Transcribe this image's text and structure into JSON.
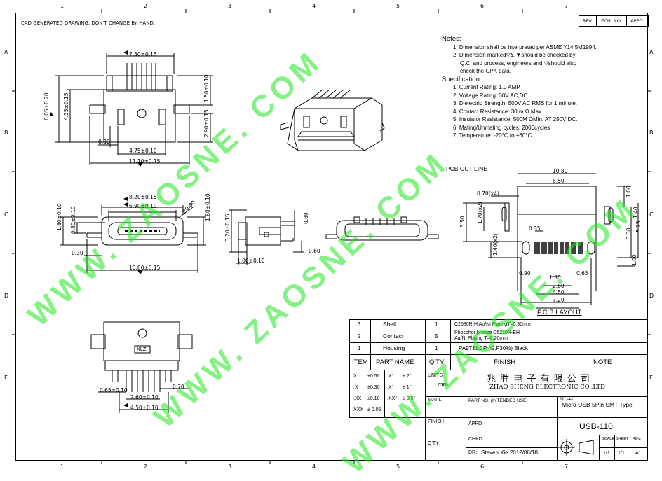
{
  "header": {
    "cad_note": "CAD GENERATED DRAWING. DON'T CHANGE BY HAND.",
    "rev_table": {
      "rev": "REV.",
      "ecn": "ECN. NO.",
      "appd": "APPD."
    }
  },
  "zones": {
    "columns": [
      "1",
      "2",
      "3",
      "4",
      "5",
      "6",
      "7"
    ],
    "rows": [
      "A",
      "B",
      "C",
      "D",
      "E"
    ]
  },
  "notes": {
    "title": "Notes:",
    "items": [
      "1. Dimension shall be interpreted per ASME Y14.5M1994.",
      "2. Dimension marked▽& ▼should be checked by",
      "Q.C. and process, engineers and ▽should also",
      "check the CPK data."
    ],
    "spec_title": "Specification:",
    "specs": [
      "1. Current Rating: 1.0 AMP",
      "2. Voltage Rating: 30V AC,DC",
      "3. Dielectric Strength: 500V AC RMS for 1 minute.",
      "4. Contact Resistance: 30 m Ω Max.",
      "5. Insulator Resistance: 500M ΩMin. AT 250V DC.",
      "6. Mating/Unmating cycles: 2000cycles",
      "7. Temperature: -20°C to +60°C"
    ]
  },
  "dims": {
    "top_w": "7.50±0.15",
    "h_605": "6.05±0.20",
    "h_435": "4.35±0.15",
    "h_150": "1.50±0.10",
    "h_290": "2.90±0.15",
    "d_080": "0.80",
    "d_475": "4.75±0.10",
    "d_1110": "11.10±0.15",
    "d_820": "8.20±0.15",
    "d_690": "6.90±0.10",
    "d_r080": "R0.80",
    "d_180": "1.80±0.10",
    "d_080b": "0.80±0.10",
    "d_180b": "1.80±0.10",
    "d_030": "0.30",
    "d_1080": "10.80±0.15",
    "d_320": "3.20±0.15",
    "d_080c": "0.80",
    "d_100": "1.00±0.10",
    "d_060": "0.60",
    "d_065": "0.65±0.10",
    "d_260": "2.60±0.10",
    "d_070": "0.70",
    "d_450": "4.50±0.10",
    "label_x": "XLZ"
  },
  "pcb": {
    "outline_label": "PCB OUT LINE",
    "title": "P.C.B LAYOUT",
    "d_1080": "10.80",
    "d_850": "8.50",
    "d_070x4": "0.70(x4)",
    "d_100": "1.00",
    "d_140": "1.40",
    "d_350": "3.50",
    "d_170x2": "1.70(x2)",
    "d_035": "0.35",
    "d_330": "3.30",
    "d_525": "5.25",
    "d_140x2": "1.40(x2)",
    "d_100b": "1.00",
    "d_090": "0.90",
    "d_130": "1.30",
    "d_065": "0.65",
    "d_260": "2.60",
    "d_450": "4.50",
    "d_720": "7.20"
  },
  "bom": {
    "rows": [
      {
        "item": "3",
        "part": "Shell",
        "qty": "1",
        "finish": "C2680R-H  Au/Ni PlatingT=0.30mm"
      },
      {
        "item": "2",
        "part": "Contact",
        "qty": "5",
        "finish": "Phosphor bronze C5210R-EH",
        "finish2": "Au/Ni Plating  T=0.20mm"
      },
      {
        "item": "1",
        "part": "Housing",
        "qty": "1",
        "finish": "PA9T&LCP (G.F30%) Black"
      }
    ],
    "headers": {
      "item": "ITEM",
      "part": "PART NAME",
      "qty": "Q'TY",
      "finish": "FINISH",
      "note": "NOTE"
    }
  },
  "title_block": {
    "tol": [
      [
        "X.",
        "±0.50",
        ".X°",
        "± 2°"
      ],
      [
        ".X",
        "±0.30",
        ".X°",
        "± 1°"
      ],
      [
        ".XX",
        "±0.10",
        ".XX°",
        "± 0.5°"
      ],
      [
        "XXX",
        "± 0.05",
        "",
        ""
      ]
    ],
    "units_label": "UNITS",
    "units": "mm",
    "matl": "MAT'L",
    "finish": "FINISH",
    "qty": "Q'TY",
    "company_cn": "兆 胜 电 子 有 限 公 司",
    "company_en": "ZHAO SHENG ELECTRONIC CO.,LTD",
    "part_no_label": "PART NO. (INTENDED USE)",
    "title_label": "TITLE:",
    "title": "Micro USB 5Pin SMT Type",
    "appd": "APPD:",
    "chkd": "CHKD:",
    "dr": "DR:",
    "drafter": "Steven.Xie 2012/08/18",
    "drawing_no": "USB-110",
    "scale_label": "SCALE",
    "sheet_label": "SHEET",
    "rev_label": "REV.",
    "scale": "1/1",
    "sheet": "1/1",
    "rev": "A1"
  },
  "watermark": "WWW. ZAOSNE. COM"
}
